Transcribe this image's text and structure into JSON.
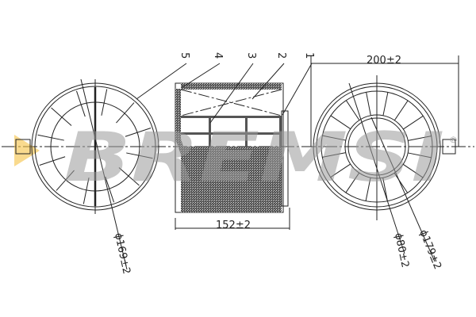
{
  "drawing": {
    "part_labels": [
      "5",
      "4",
      "3",
      "2",
      "1"
    ],
    "dimensions": {
      "length": "152±2",
      "overall_width": "200±2",
      "left_diameter": "ϕ169±2",
      "inner_diameter": "ϕ80±2",
      "outer_diameter": "ϕ179±2"
    },
    "watermark": "BREMSI",
    "watermark_mark": "®",
    "colors": {
      "line": "#222222",
      "watermark": "#9a9a9a",
      "accent": "#f5c242"
    }
  }
}
